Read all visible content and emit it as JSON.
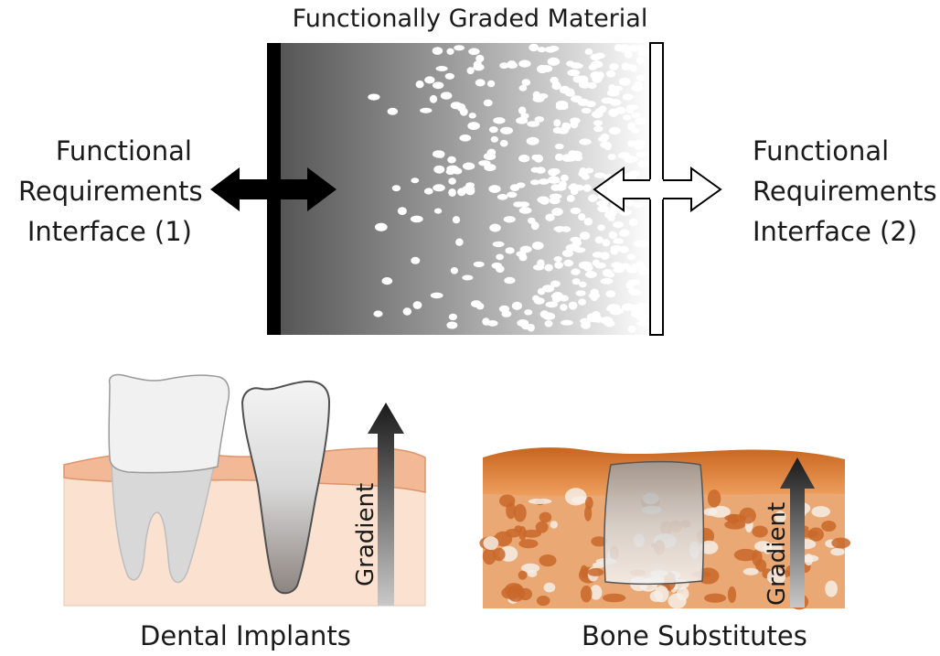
{
  "title": "Functionally Graded Material",
  "interface_left": [
    "Functional",
    "Requirements",
    "Interface (1)"
  ],
  "interface_right": [
    "Functional",
    "Requirements",
    "Interface (2)"
  ],
  "panels": {
    "dental": {
      "caption": "Dental Implants",
      "gradient_label": "Gradient"
    },
    "bone": {
      "caption": "Bone Substitutes",
      "gradient_label": "Gradient"
    }
  },
  "colors": {
    "gum": "#f3b896",
    "tissue": "#fbe1d0",
    "bone_orange": "#d97a33",
    "arrow_dark": "#1a1a1a"
  }
}
